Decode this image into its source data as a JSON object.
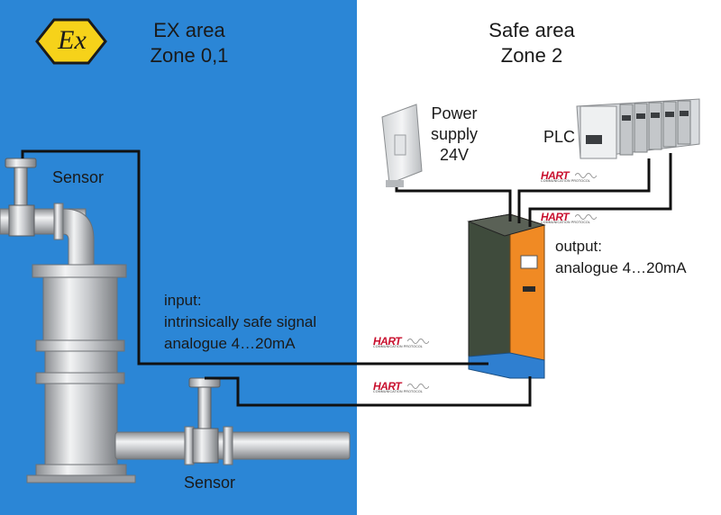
{
  "ex_area": {
    "title_line1": "EX area",
    "title_line2": "Zone 0,1",
    "ex_symbol": "Ex",
    "background_color": "#2b86d6"
  },
  "safe_area": {
    "title_line1": "Safe area",
    "title_line2": "Zone 2",
    "background_color": "#ffffff"
  },
  "labels": {
    "sensor_top": "Sensor",
    "sensor_bottom": "Sensor",
    "power_supply_line1": "Power",
    "power_supply_line2": "supply",
    "power_supply_line3": "24V",
    "plc": "PLC",
    "input_line1": "input:",
    "input_line2": "intrinsically safe signal",
    "input_line3": "analogue 4…20mA",
    "output_line1": "output:",
    "output_line2": "analogue 4…20mA"
  },
  "hart_logo": {
    "word": "HART",
    "subtitle": "COMMUNICATION PROTOCOL",
    "color": "#c8102e"
  },
  "colors": {
    "wire": "#111111",
    "ex_warning_yellow": "#f6d21a",
    "isolator_orange": "#f08a24",
    "isolator_blue": "#2f7fd0"
  },
  "icons": [
    "ex-warning-icon",
    "pipe-sensor-icon",
    "power-supply-icon",
    "plc-rack-icon",
    "signal-isolator-icon",
    "hart-logo-icon"
  ]
}
